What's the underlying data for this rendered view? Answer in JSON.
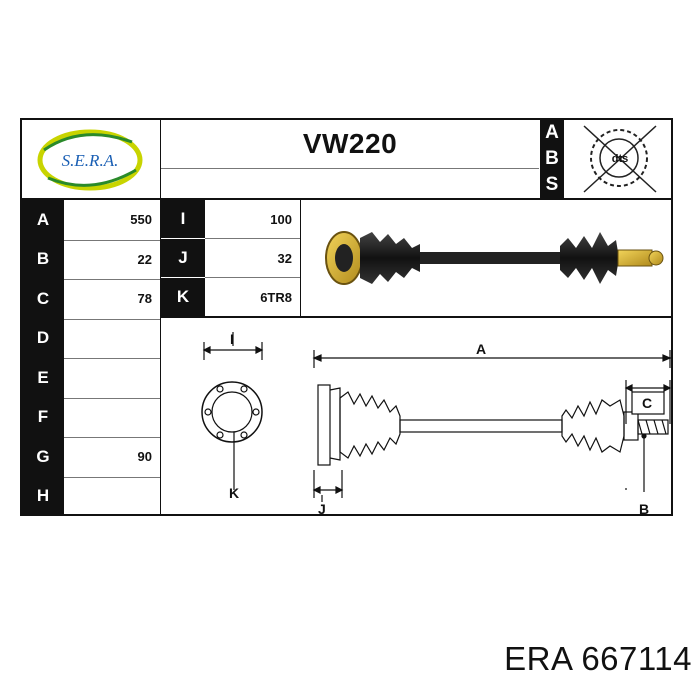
{
  "brand": {
    "logo_text": "S.E.R.A."
  },
  "header": {
    "part_code": "VW220",
    "abs_letters": [
      "A",
      "B",
      "S"
    ],
    "dts_label": "dts"
  },
  "specs_left": [
    {
      "letter": "A",
      "value": "550"
    },
    {
      "letter": "B",
      "value": "22"
    },
    {
      "letter": "C",
      "value": "78"
    },
    {
      "letter": "D",
      "value": ""
    },
    {
      "letter": "E",
      "value": ""
    },
    {
      "letter": "F",
      "value": ""
    },
    {
      "letter": "G",
      "value": "90"
    },
    {
      "letter": "H",
      "value": ""
    }
  ],
  "specs_right": [
    {
      "letter": "I",
      "value": "100"
    },
    {
      "letter": "J",
      "value": "32"
    },
    {
      "letter": "K",
      "value": "6TR8"
    }
  ],
  "diagram_labels": {
    "I": "I",
    "A": "A",
    "C": "C",
    "K": "K",
    "J": "J",
    "B": "B"
  },
  "footer": {
    "text": "ERA 667114"
  }
}
